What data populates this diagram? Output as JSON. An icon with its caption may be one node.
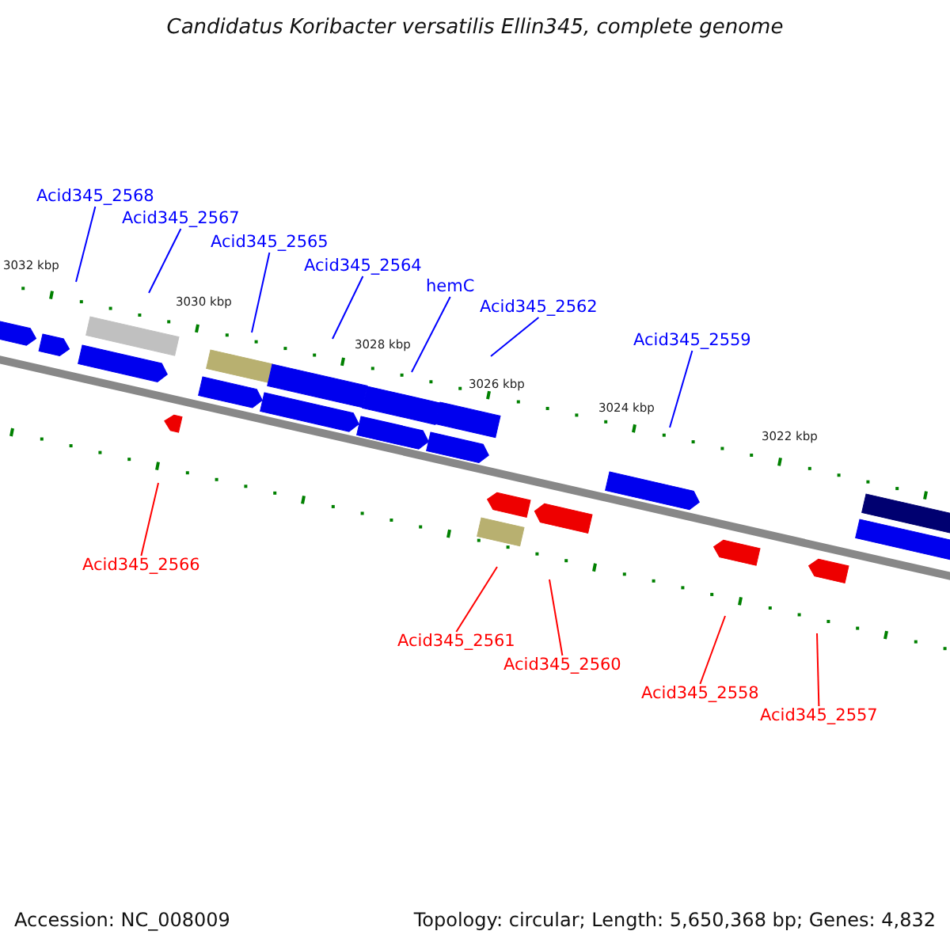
{
  "diagram": {
    "title": "Candidatus Koribacter versatilis Ellin345, complete genome",
    "nodes": [
      {
        "text": [
          "Acid345_2568"
        ]
      },
      {
        "text": [
          "Acid345_2567"
        ]
      },
      {
        "text": [
          "Acid345_2565"
        ]
      },
      {
        "text": [
          "Acid345_2564"
        ]
      },
      {
        "text": [
          "hemC"
        ]
      },
      {
        "text": [
          "Acid345_2562"
        ]
      },
      {
        "text": [
          "Acid345_2559"
        ]
      },
      {
        "text": [
          "Acid345_2566"
        ]
      },
      {
        "text": [
          "Acid345_2561"
        ]
      },
      {
        "text": [
          "Acid345_2560"
        ]
      },
      {
        "text": [
          "Acid345_2558"
        ]
      },
      {
        "text": [
          "Acid345_2557"
        ]
      }
    ],
    "edges": [
      {
        "from": 0,
        "to": null,
        "arrow": "none"
      },
      {
        "from": 1,
        "to": null,
        "arrow": "none"
      },
      {
        "from": 2,
        "to": null,
        "arrow": "none"
      },
      {
        "from": 3,
        "to": null,
        "arrow": "none"
      },
      {
        "from": 4,
        "to": null,
        "arrow": "none"
      },
      {
        "from": 5,
        "to": null,
        "arrow": "none"
      },
      {
        "from": 6,
        "to": null,
        "arrow": "none"
      },
      {
        "from": 7,
        "to": null,
        "arrow": "none",
        "color": "#ff0000"
      },
      {
        "from": 8,
        "to": null,
        "arrow": "none",
        "color": "#ff0000"
      },
      {
        "from": 9,
        "to": null,
        "arrow": "none",
        "color": "#ff0000"
      },
      {
        "from": 10,
        "to": null,
        "arrow": "none",
        "color": "#ff0000"
      },
      {
        "from": 11,
        "to": null,
        "arrow": "none",
        "color": "#ff0000"
      }
    ],
    "labels": [
      "3032 kbp",
      "3030 kbp",
      "3028 kbp",
      "3026 kbp",
      "3024 kbp",
      "3022 kbp",
      "Accession: NC_008009",
      "Topology: circular; Length: 5,650,368 bp; Genes: 4,832"
    ]
  }
}
